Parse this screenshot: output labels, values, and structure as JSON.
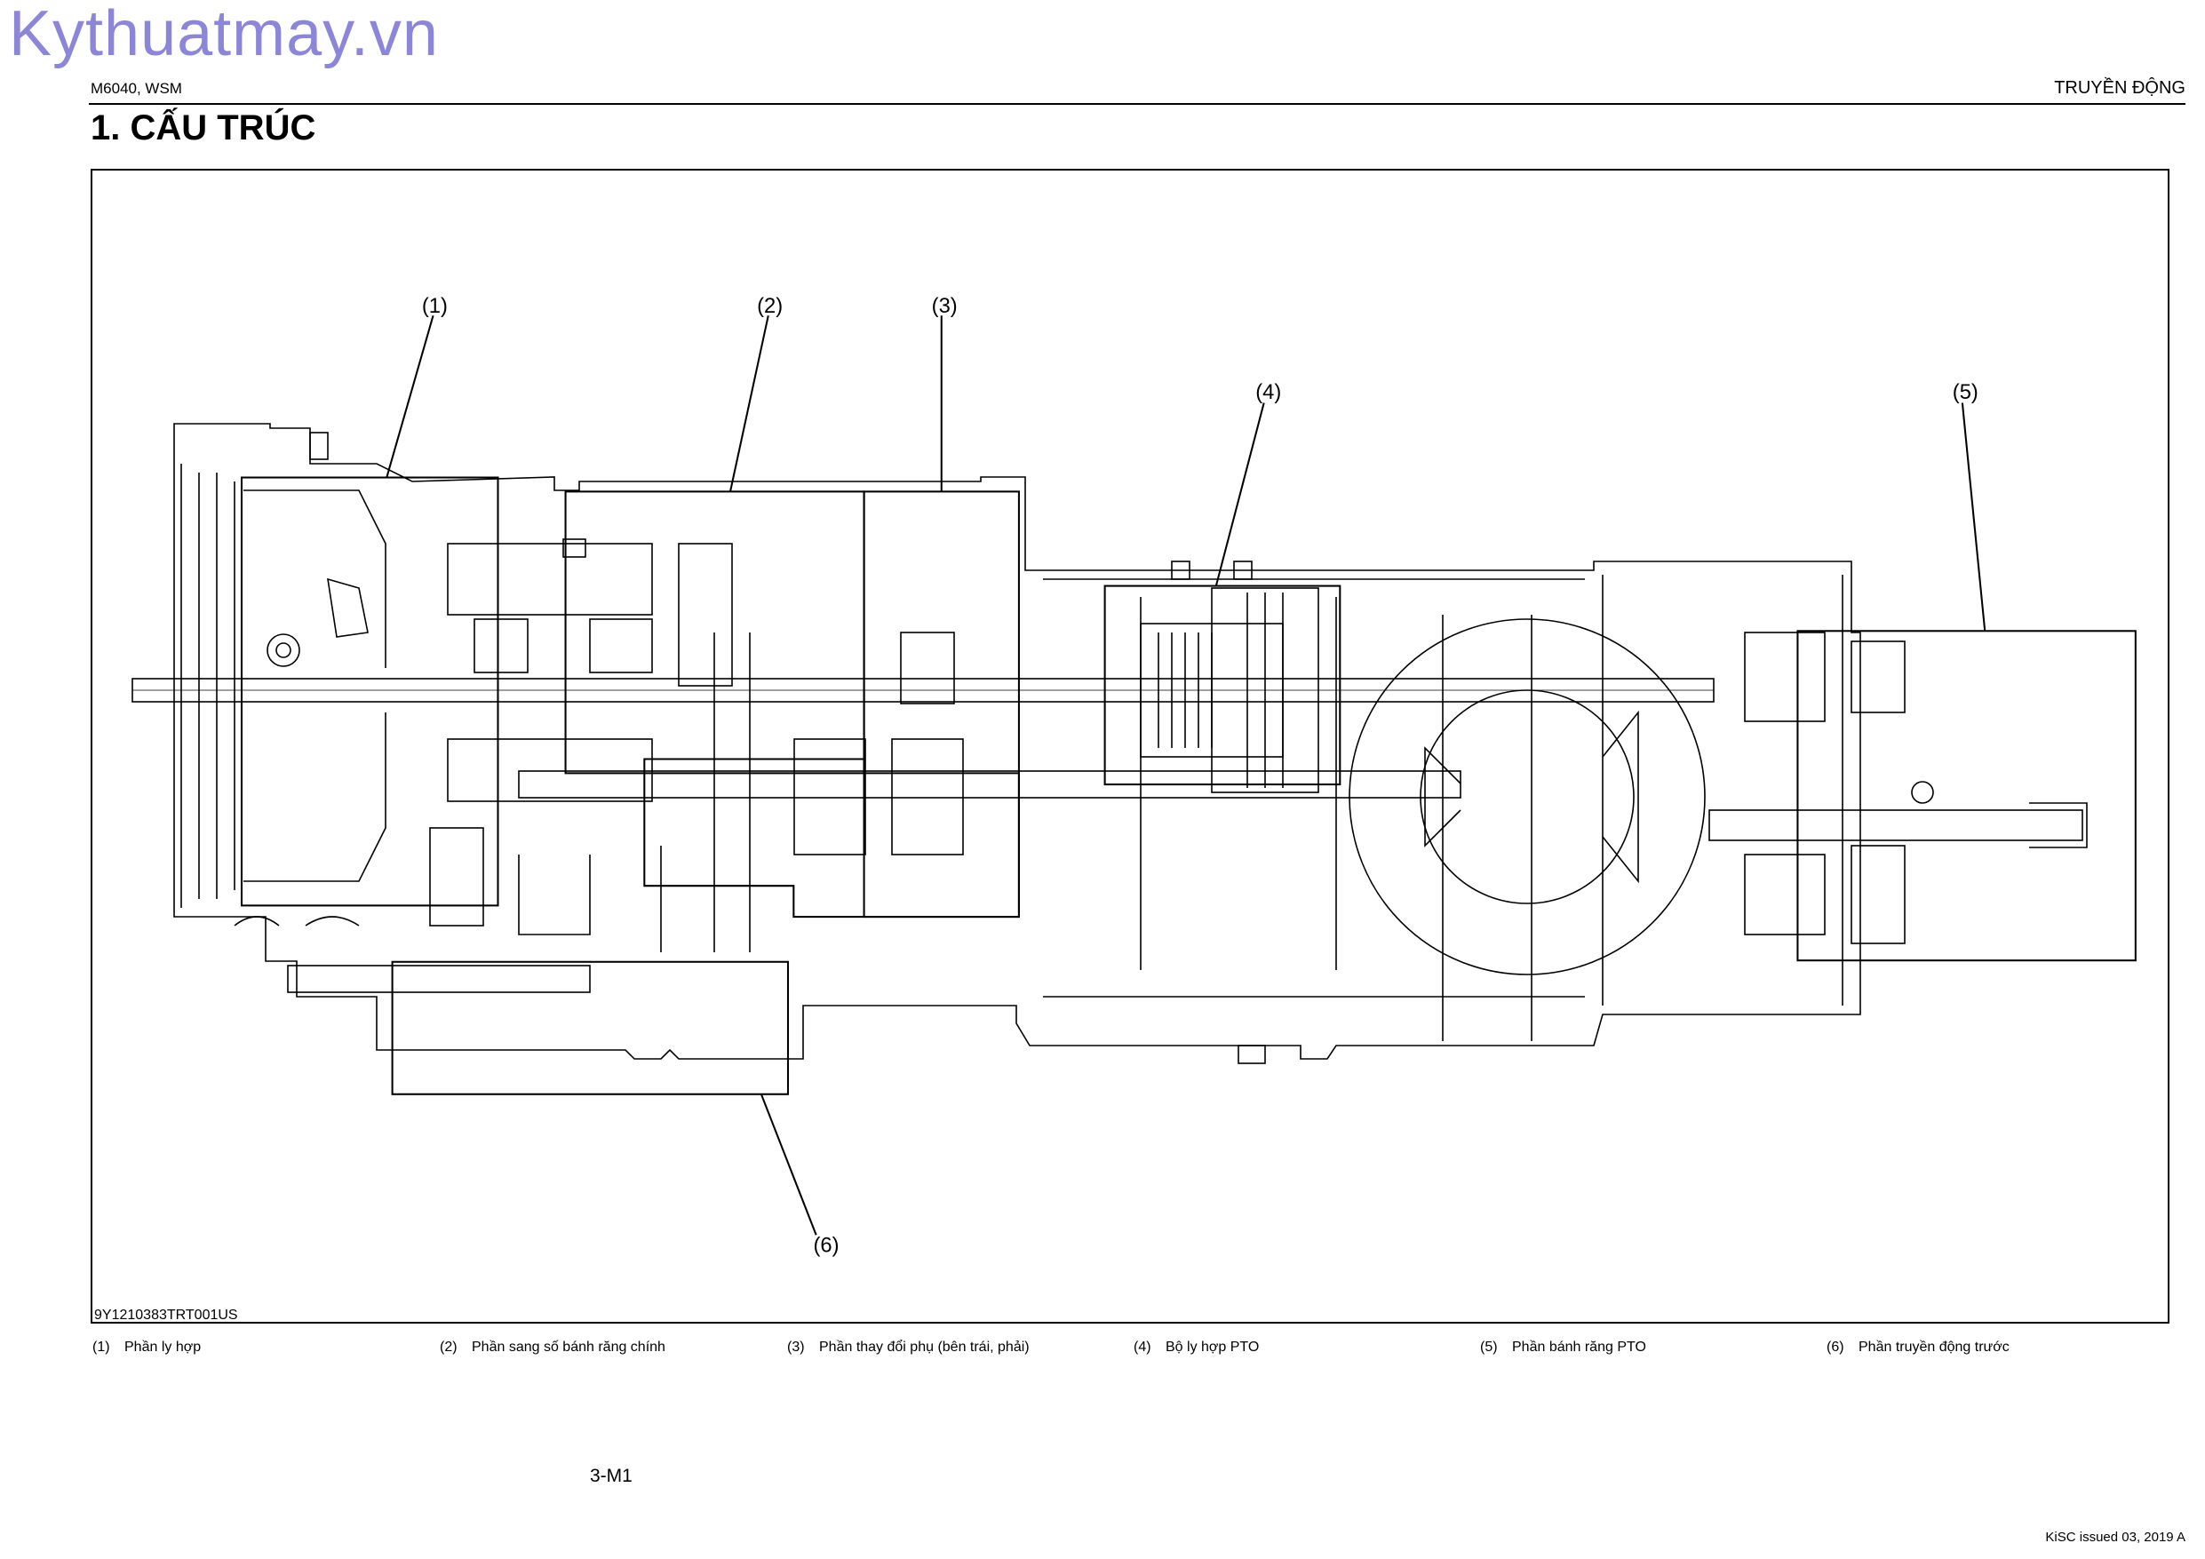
{
  "watermark": "Kythuatmay.vn",
  "header": {
    "doc_id": "M6040, WSM",
    "section": "TRUYỀN ĐỘNG"
  },
  "title": "1.   CẤU TRÚC",
  "figure": {
    "code": "9Y1210383TRT001US",
    "callouts": [
      "(1)",
      "(2)",
      "(3)",
      "(4)",
      "(5)",
      "(6)"
    ]
  },
  "legend": [
    {
      "num": "(1)",
      "label": "Phần ly hợp"
    },
    {
      "num": "(2)",
      "label": "Phần sang số bánh răng chính"
    },
    {
      "num": "(3)",
      "label": "Phần thay đổi phụ (bên trái, phải)"
    },
    {
      "num": "(4)",
      "label": "Bộ ly hợp PTO"
    },
    {
      "num": "(5)",
      "label": "Phần bánh răng PTO"
    },
    {
      "num": "(6)",
      "label": "Phần truyền động trước"
    }
  ],
  "footer": {
    "page": "3-M1",
    "issued": "KiSC issued 03, 2019 A"
  }
}
